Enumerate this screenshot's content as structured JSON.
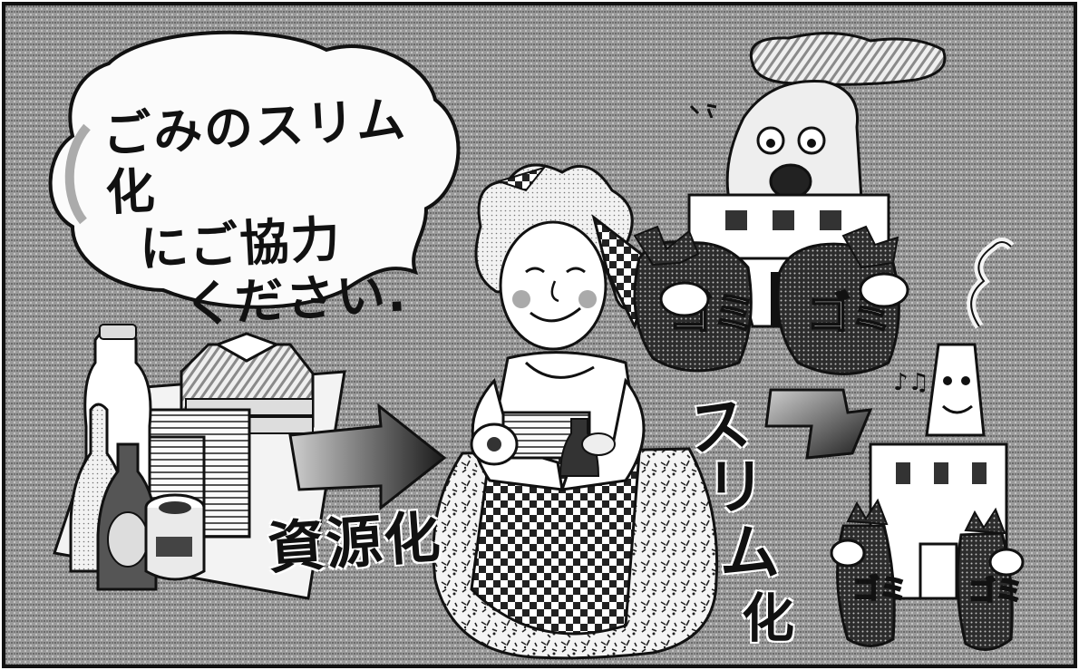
{
  "speech_bubble": {
    "lines": [
      "ごみのスリム化",
      "にご協力",
      "ください."
    ]
  },
  "labels": {
    "resource": "資源化",
    "slim_chars": [
      "ス",
      "リ",
      "ム",
      "化"
    ]
  },
  "bag_marks": {
    "big_left": "ゴミ",
    "big_right": "ゴミ",
    "small_left": "ゴミ",
    "small_right": "ゴミ"
  },
  "music_notes": "♪♫"
}
